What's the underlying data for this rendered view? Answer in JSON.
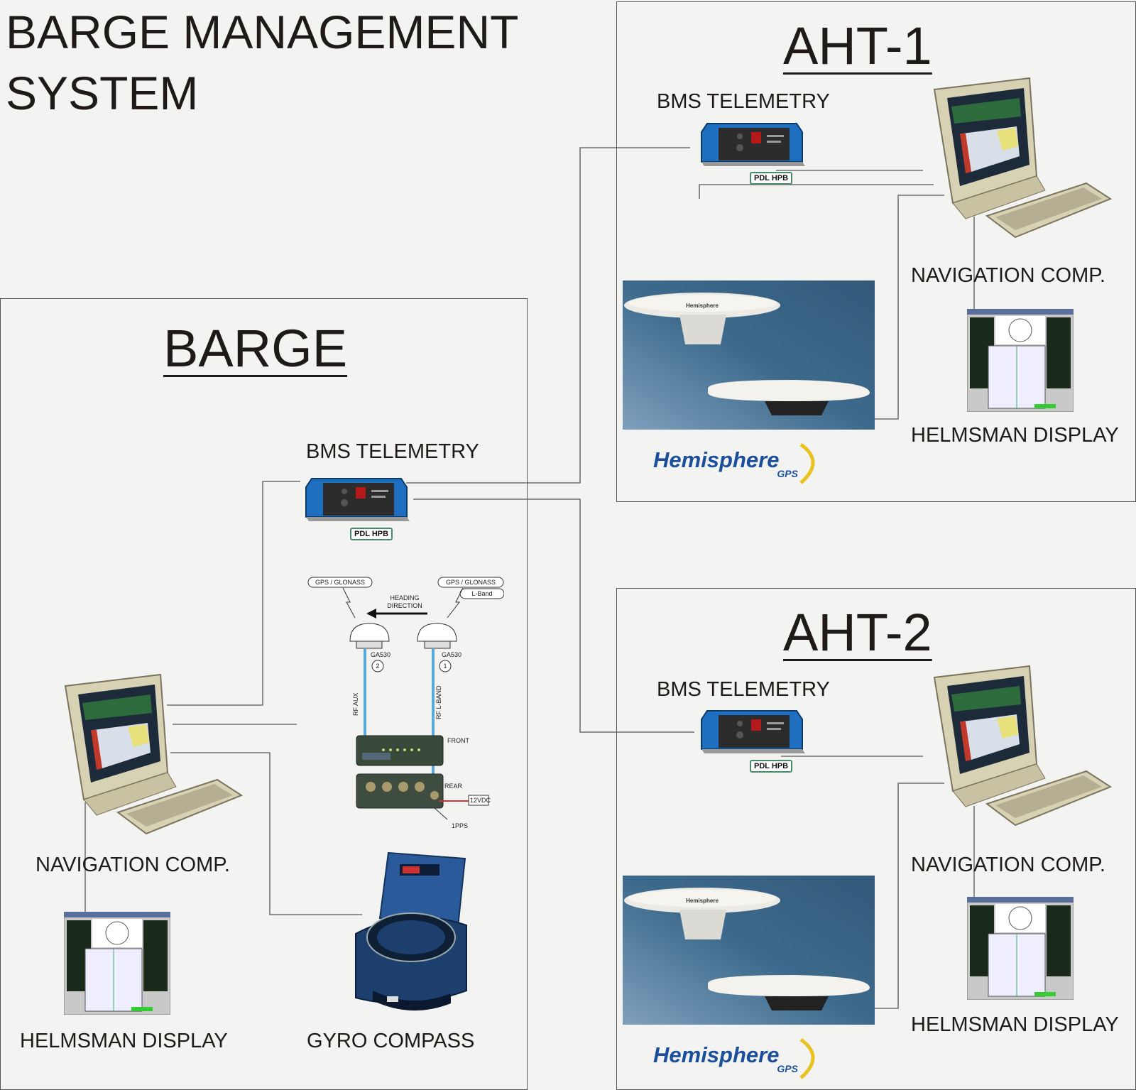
{
  "title": {
    "line1": "BARGE MANAGEMENT",
    "line2": "SYSTEM"
  },
  "barge": {
    "title": "BARGE",
    "telemetry_label": "BMS TELEMETRY",
    "telemetry_tag": "PDL HPB",
    "nav_label": "NAVIGATION COMP.",
    "helmsman_label": "HELMSMAN DISPLAY",
    "gyro_label": "GYRO COMPASS",
    "gps_diagram": {
      "left_antenna_label": "GPS / GLONASS",
      "right_antenna_label": "GPS / GLONASS",
      "right_band_label": "L-Band",
      "heading_label": "HEADING",
      "direction_label": "DIRECTION",
      "left_model": "GA530",
      "right_model": "GA530",
      "left_number": "2",
      "right_number": "1",
      "left_cable": "RF AUX",
      "right_cable": "RF L-BAND",
      "front_label": "FRONT",
      "rear_label": "REAR",
      "power_label": "12VDC",
      "pps_label": "1PPS"
    }
  },
  "aht1": {
    "title": "AHT-1",
    "telemetry_label": "BMS TELEMETRY",
    "telemetry_tag": "PDL HPB",
    "nav_label": "NAVIGATION COMP.",
    "helmsman_label": "HELMSMAN DISPLAY",
    "antenna_brand": "Hemisphere",
    "logo_main": "Hemisphere",
    "logo_sub": "GPS"
  },
  "aht2": {
    "title": "AHT-2",
    "telemetry_label": "BMS TELEMETRY",
    "telemetry_tag": "PDL HPB",
    "nav_label": "NAVIGATION COMP.",
    "helmsman_label": "HELMSMAN DISPLAY",
    "antenna_brand": "Hemisphere",
    "logo_main": "Hemisphere",
    "logo_sub": "GPS"
  },
  "colors": {
    "telemetry_blue": "#1f6fc0",
    "monitor_beige": "#d8d2b4",
    "photo_bg": "#3d6a8c",
    "logo_blue": "#1b4f9c",
    "logo_swoosh": "#e8c21e",
    "gyro_blue": "#1d3f6e"
  },
  "icons": [
    "telemetry-radio-icon",
    "computer-icon",
    "screen-icon",
    "gps-antenna-icon",
    "gyro-compass-icon"
  ]
}
